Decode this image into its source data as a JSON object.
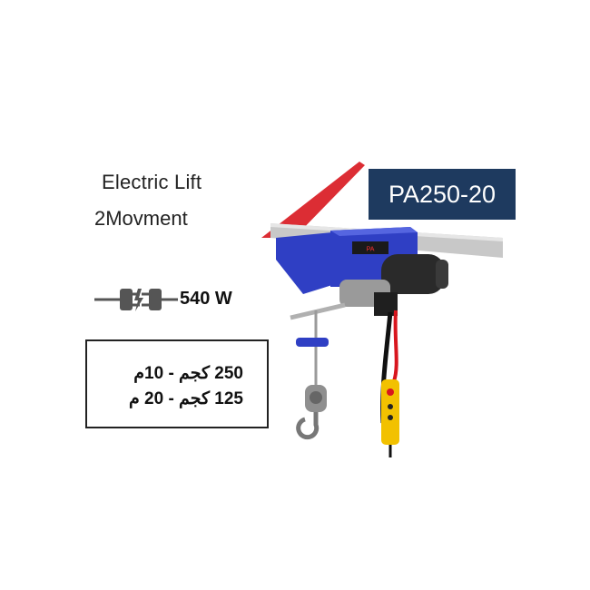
{
  "product": {
    "title_line1": "Electric Lift",
    "title_line2": "2Movment",
    "model": "PA250-20",
    "power": "540 W",
    "capacities": [
      "250 كجم - 10م",
      "125 كجم - 20 م"
    ]
  },
  "icons": [
    "power-plug-icon",
    "electric-hoist-image"
  ],
  "colors": {
    "badge_bg": "#1e3a5f",
    "hoist_blue": "#2f3fc4",
    "accent_red": "#d8161e",
    "pendant_yellow": "#f2c100"
  }
}
